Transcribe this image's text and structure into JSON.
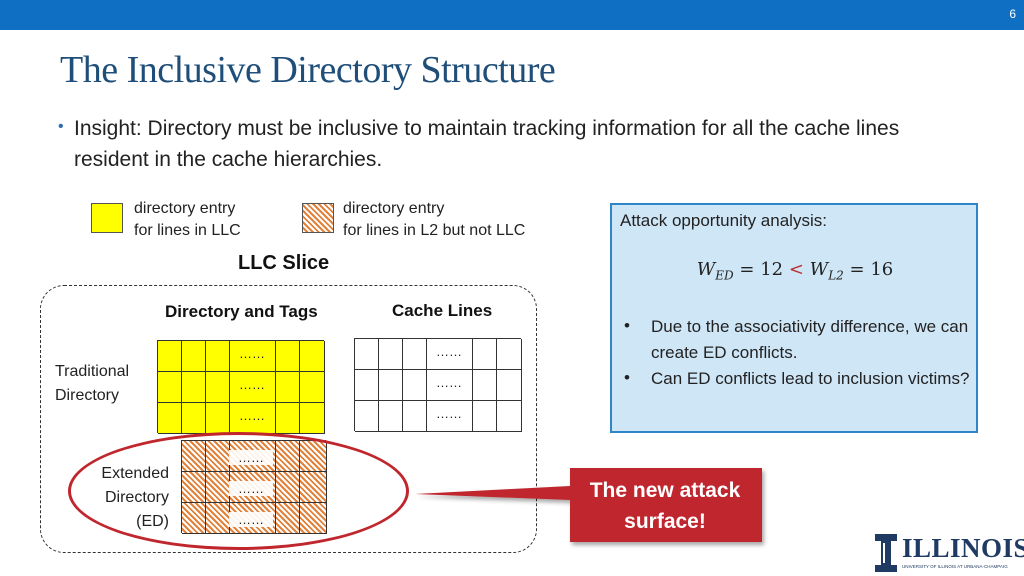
{
  "slide": {
    "number": "6",
    "title": "The Inclusive Directory Structure",
    "bullet": "Insight: Directory must be inclusive to maintain tracking information for all the cache lines resident in the cache hierarchies."
  },
  "legend": {
    "llc_line1": "directory entry",
    "llc_line2": "for lines in LLC",
    "l2_line1": "directory entry",
    "l2_line2": "for lines in L2 but not LLC",
    "colors": {
      "llc": "#ffff00",
      "l2_hatch": "#e2823a"
    }
  },
  "llc_slice": {
    "title": "LLC Slice",
    "col_dir": "Directory and Tags",
    "col_cache": "Cache Lines",
    "traditional_line1": "Traditional",
    "traditional_line2": "Directory",
    "extended_line1": "Extended",
    "extended_line2": "Directory",
    "extended_line3": "(ED)",
    "ellipsis": "……"
  },
  "analysis": {
    "heading": "Attack opportunity analysis:",
    "formula": {
      "lhs_var": "W",
      "lhs_sub": "ED",
      "lhs_val": "= 12",
      "op": "<",
      "rhs_var": "W",
      "rhs_sub": "L2",
      "rhs_val": "= 16"
    },
    "bullets": [
      "Due to the associativity difference, we can create ED conflicts.",
      "Can ED conflicts lead to inclusion victims?"
    ],
    "colors": {
      "box_fill": "#cfe6f7",
      "box_border": "#2e86c9"
    }
  },
  "callout": {
    "text": "The new attack surface!",
    "color": "#c0272d"
  },
  "logo": {
    "word": "ILLINOIS",
    "sub": "UNIVERSITY OF ILLINOIS AT URBANA-CHAMPAIGN"
  }
}
